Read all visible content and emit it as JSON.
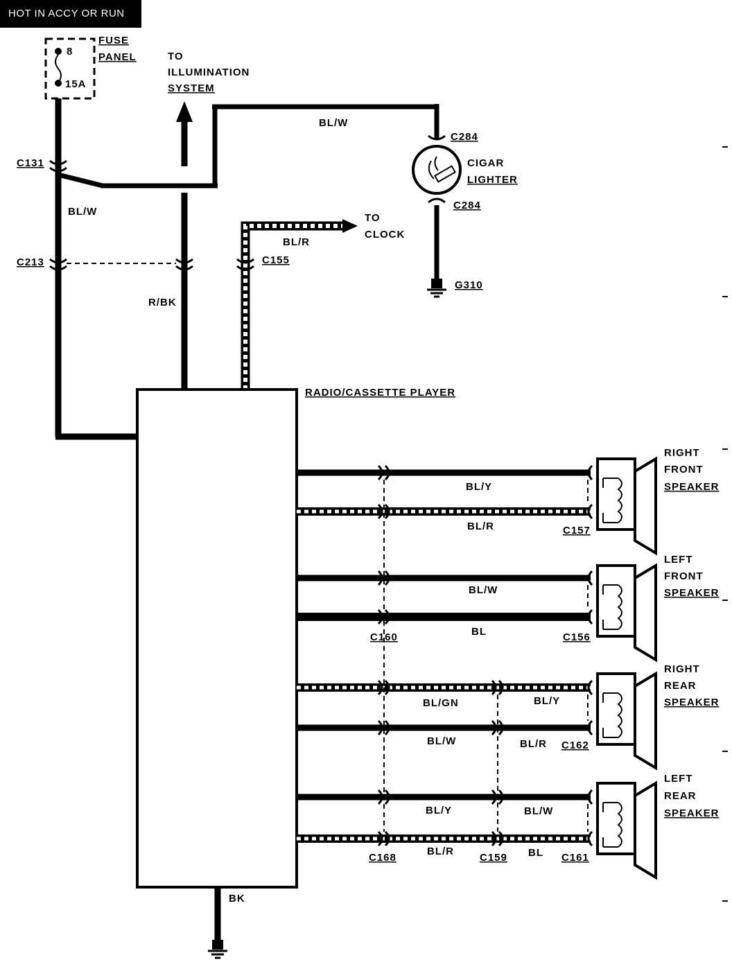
{
  "header": {
    "title": "HOT IN ACCY OR RUN"
  },
  "fuse": {
    "label_line1": "FUSE",
    "label_line2": "PANEL",
    "number": "8",
    "rating": "15A"
  },
  "illumination": {
    "line1": "TO",
    "line2": "ILLUMINATION",
    "line3": "SYSTEM"
  },
  "clock": {
    "line1": "TO",
    "line2": "CLOCK"
  },
  "lighter": {
    "line1": "CIGAR",
    "line2": "LIGHTER",
    "connector_top": "C284",
    "connector_bottom": "C284",
    "ground": "G310"
  },
  "connectors": {
    "c131": "C131",
    "c213": "C213",
    "c155": "C155",
    "c157": "C157",
    "c160": "C160",
    "c156": "C156",
    "c162": "C162",
    "c168": "C168",
    "c159": "C159",
    "c161": "C161"
  },
  "wires": {
    "bl_w_top": "BL/W",
    "bl_w_left": "BL/W",
    "r_bk": "R/BK",
    "bl_r_clock": "BL/R",
    "rf_plus": "BL/Y",
    "rf_minus": "BL/R",
    "lf_plus": "BL/W",
    "lf_minus": "BL",
    "rr_plus_a": "BL/GN",
    "rr_plus_b": "BL/Y",
    "rr_minus_a": "BL/W",
    "rr_minus_b": "BL/R",
    "lr_plus_a": "BL/Y",
    "lr_plus_b": "BL/W",
    "lr_minus_a": "BL/R",
    "lr_minus_b": "BL",
    "ground": "BK"
  },
  "radio": {
    "label": "RADIO/CASSETTE PLAYER"
  },
  "speakers": {
    "right_front": [
      "RIGHT",
      "FRONT",
      "SPEAKER"
    ],
    "left_front": [
      "LEFT",
      "FRONT",
      "SPEAKER"
    ],
    "right_rear": [
      "RIGHT",
      "REAR",
      "SPEAKER"
    ],
    "left_rear": [
      "LEFT",
      "REAR",
      "SPEAKER"
    ]
  }
}
